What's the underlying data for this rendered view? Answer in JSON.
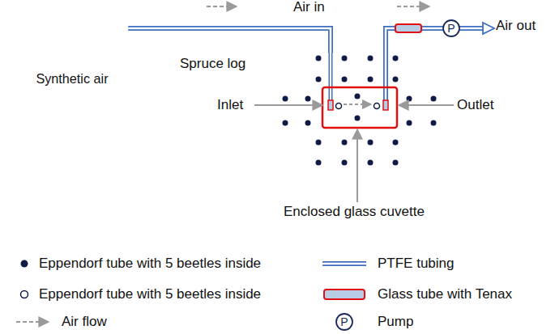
{
  "diagram": {
    "nodes": [
      {
        "text": [
          "Synthetic air"
        ]
      },
      {
        "text": [
          "Spruce log"
        ]
      }
    ],
    "edges": [
      {
        "from": 0,
        "to": 1,
        "arrow": "none"
      }
    ],
    "labels": [
      "Air in",
      "Air out",
      "Inlet",
      "Outlet",
      "Enclosed glass cuvette",
      "P",
      "P"
    ],
    "legend": [
      {
        "text": "Eppendorf tube with 5 beetles inside"
      },
      {
        "text": "Eppendorf tube with 5 beetles inside"
      },
      {
        "text": "Air flow"
      },
      {
        "text": "PTFE tubing"
      },
      {
        "text": "Glass tube with Tenax"
      },
      {
        "text": "Pump"
      }
    ]
  }
}
